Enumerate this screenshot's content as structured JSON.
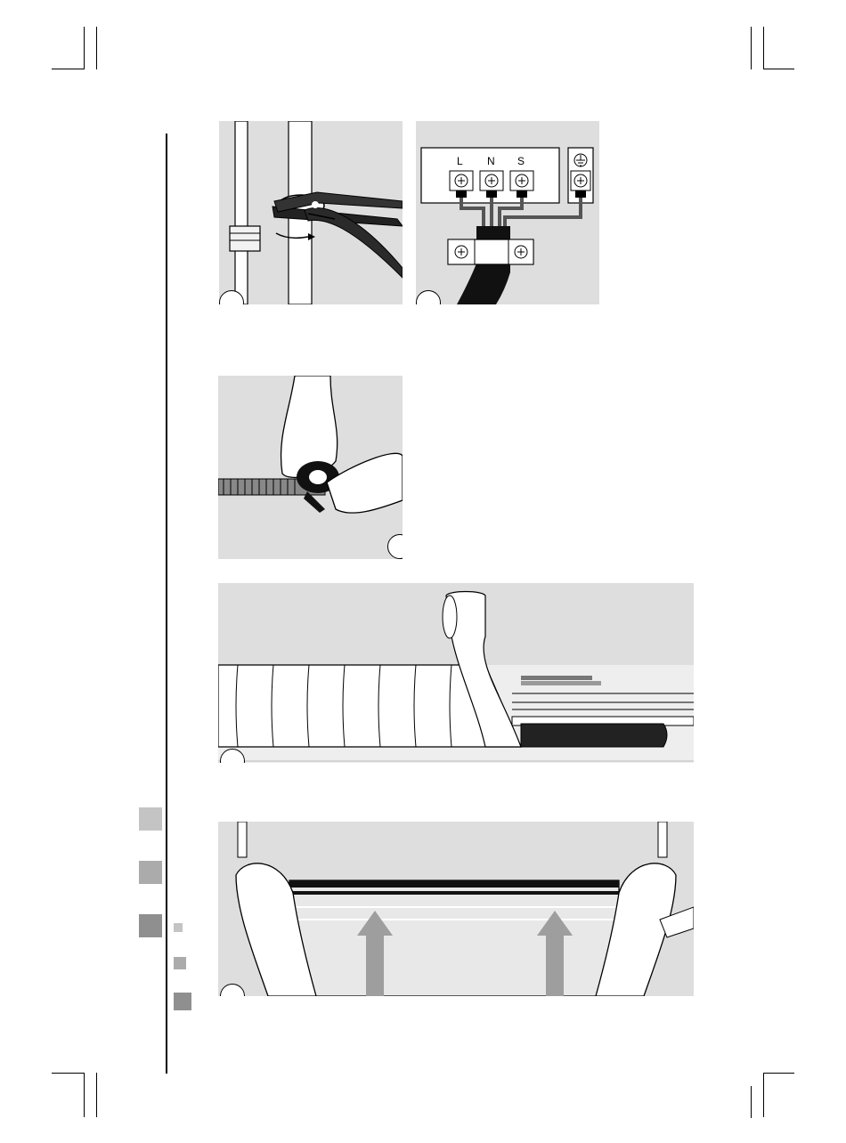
{
  "terminal_labels": {
    "L": "L",
    "N": "N",
    "S": "S"
  },
  "icons": [
    "earth-ground-icon",
    "screw-terminal-icon",
    "wrench-icon",
    "arrow-up-icon"
  ],
  "colors": {
    "panel_bg": "#dedede",
    "swatch_light": "#c4c4c4",
    "swatch_mid": "#ababab",
    "swatch_dark": "#8f8f8f",
    "arrow_gray": "#9e9e9e"
  }
}
